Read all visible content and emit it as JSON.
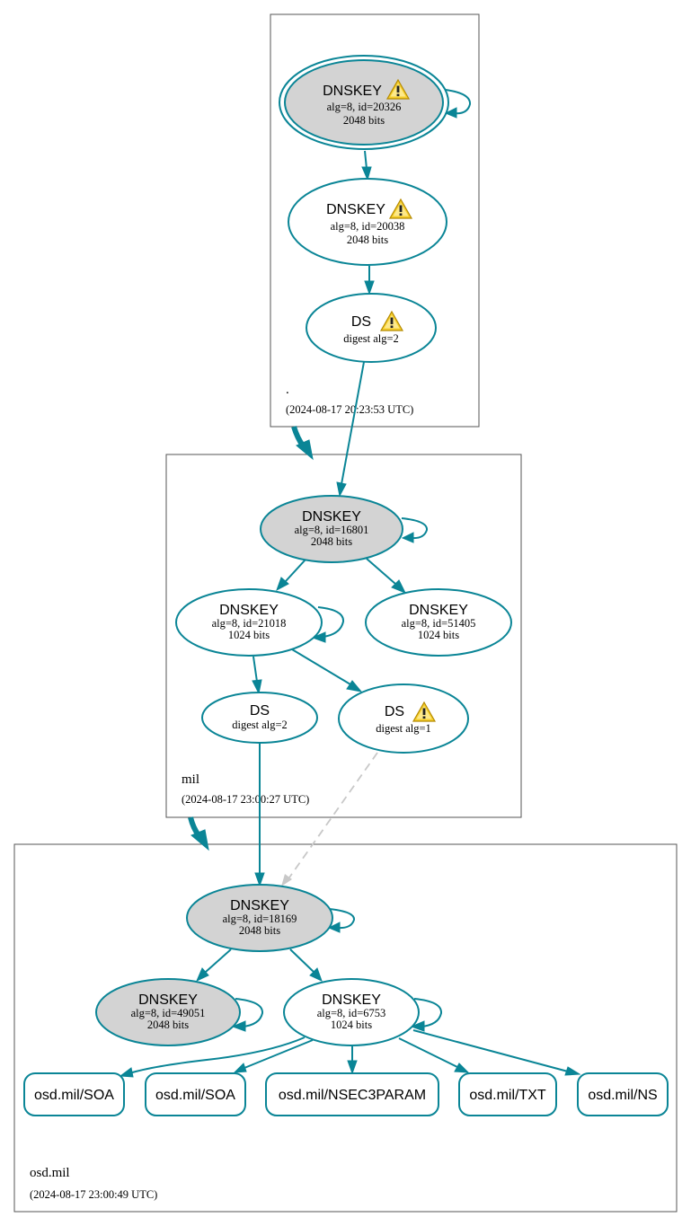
{
  "zones": {
    "root": {
      "name": ".",
      "date": "(2024-08-17 20:23:53 UTC)"
    },
    "mil": {
      "name": "mil",
      "date": "(2024-08-17 23:00:27 UTC)"
    },
    "osd": {
      "name": "osd.mil",
      "date": "(2024-08-17 23:00:49 UTC)"
    }
  },
  "nodes": {
    "root_ksk": {
      "title": "DNSKEY",
      "line1": "alg=8, id=20326",
      "line2": "2048 bits",
      "warning": true
    },
    "root_zsk": {
      "title": "DNSKEY",
      "line1": "alg=8, id=20038",
      "line2": "2048 bits",
      "warning": true
    },
    "root_ds": {
      "title": "DS",
      "line1": "digest alg=2",
      "warning": true
    },
    "mil_ksk": {
      "title": "DNSKEY",
      "line1": "alg=8, id=16801",
      "line2": "2048 bits"
    },
    "mil_zsk1": {
      "title": "DNSKEY",
      "line1": "alg=8, id=21018",
      "line2": "1024 bits"
    },
    "mil_zsk2": {
      "title": "DNSKEY",
      "line1": "alg=8, id=51405",
      "line2": "1024 bits"
    },
    "mil_ds2": {
      "title": "DS",
      "line1": "digest alg=2"
    },
    "mil_ds1": {
      "title": "DS",
      "line1": "digest alg=1",
      "warning": true
    },
    "osd_ksk": {
      "title": "DNSKEY",
      "line1": "alg=8, id=18169",
      "line2": "2048 bits"
    },
    "osd_ksk2": {
      "title": "DNSKEY",
      "line1": "alg=8, id=49051",
      "line2": "2048 bits"
    },
    "osd_zsk": {
      "title": "DNSKEY",
      "line1": "alg=8, id=6753",
      "line2": "1024 bits"
    }
  },
  "rrsets": [
    "osd.mil/SOA",
    "osd.mil/SOA",
    "osd.mil/NSEC3PARAM",
    "osd.mil/TXT",
    "osd.mil/NS"
  ],
  "colors": {
    "edge": "#0a8596",
    "filled": "#d3d3d3",
    "dashed": "#c8c8c8",
    "warning": "#f2c314"
  },
  "icons": {
    "warning": "warning-triangle-icon"
  }
}
